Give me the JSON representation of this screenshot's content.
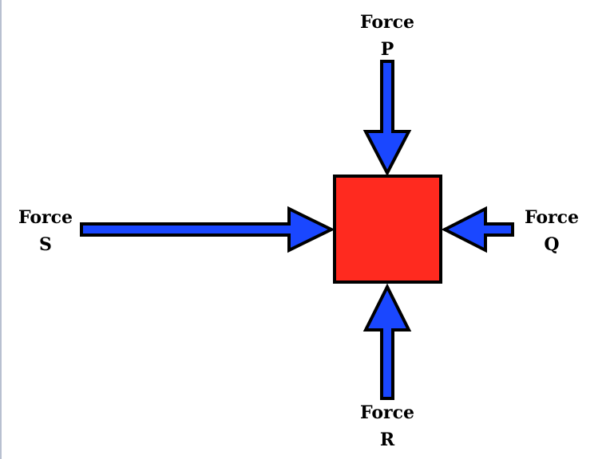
{
  "colors": {
    "box": "#ff2a1f",
    "arrow": "#1a47ff",
    "outline": "#000000"
  },
  "labels": {
    "p": {
      "line1": "Force",
      "line2": "P"
    },
    "q": {
      "line1": "Force",
      "line2": "Q"
    },
    "r": {
      "line1": "Force",
      "line2": "R"
    },
    "s": {
      "line1": "Force",
      "line2": "S"
    }
  }
}
